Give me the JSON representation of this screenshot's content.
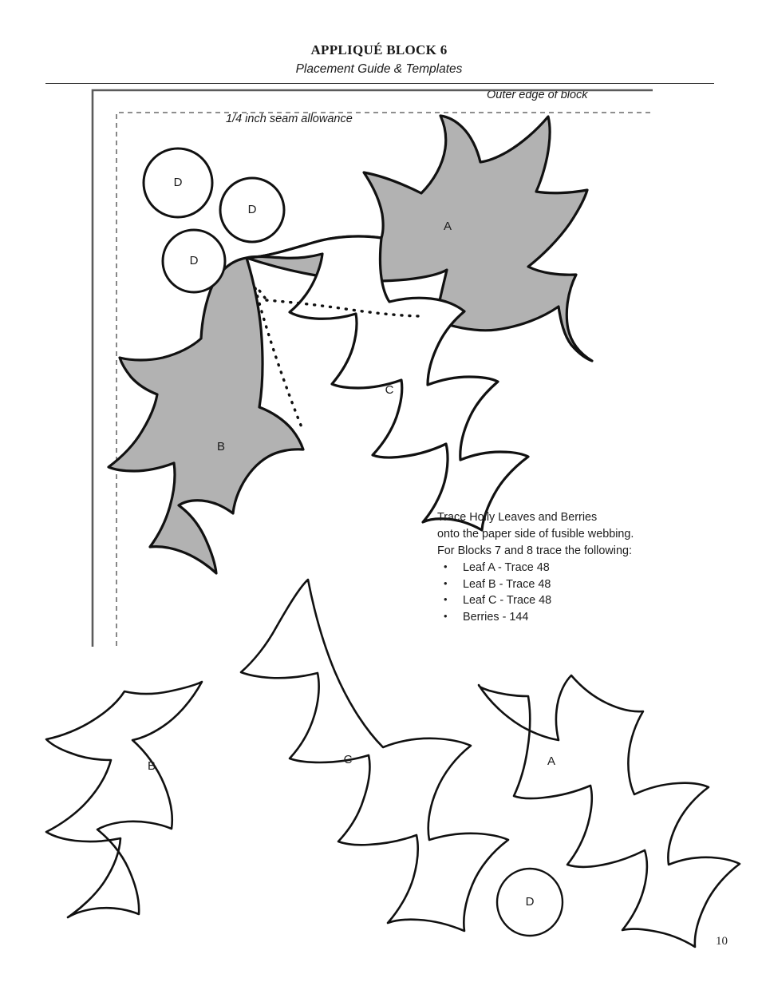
{
  "document": {
    "title": "APPLIQUÉ BLOCK 6",
    "subtitle": "Placement Guide & Templates",
    "page_number": "10"
  },
  "diagram": {
    "annotations": {
      "outer_edge": "Outer edge of block",
      "seam_allowance": "1/4 inch seam allowance"
    },
    "placement_labels": {
      "leaf_a": "A",
      "leaf_b": "B",
      "leaf_c": "C",
      "berry_1": "D",
      "berry_2": "D",
      "berry_3": "D"
    },
    "shading": {
      "leaf_a": "shaded",
      "leaf_b": "shaded",
      "leaf_c": "unshaded",
      "fill_gray": "#b2b2b2",
      "stroke_black": "#111111"
    }
  },
  "templates": {
    "labels": {
      "leaf_b": "B",
      "leaf_c": "C",
      "leaf_a": "A",
      "berry_d": "D"
    }
  },
  "instructions": {
    "line1": "Trace Holly Leaves and Berries",
    "line2": "onto the paper side of fusible webbing.",
    "line3": "For Blocks 7 and 8 trace the following:",
    "items": [
      "Leaf A - Trace 48",
      "Leaf B - Trace 48",
      "Leaf C - Trace 48",
      "Berries - 144"
    ]
  }
}
